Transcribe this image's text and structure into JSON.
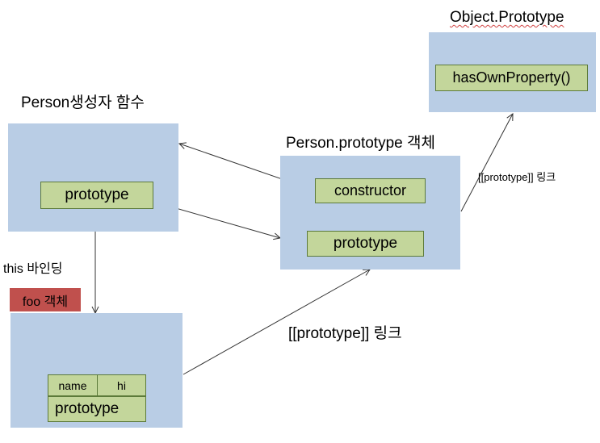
{
  "object_prototype": {
    "title": "Object.Prototype",
    "method": "hasOwnProperty()"
  },
  "person_constructor": {
    "title": "Person생성자 함수",
    "slot": "prototype"
  },
  "person_prototype": {
    "title": "Person.prototype 객체",
    "constructor_slot": "constructor",
    "prototype_slot": "prototype"
  },
  "foo_object": {
    "tag": "foo 객체",
    "name_key": "name",
    "name_value": "hi",
    "prototype_slot": "prototype"
  },
  "edges": {
    "this_binding": "this 바인딩",
    "proto_link_upper": "[[prototype]] 링크",
    "proto_link_lower": "[[prototype]] 링크"
  }
}
